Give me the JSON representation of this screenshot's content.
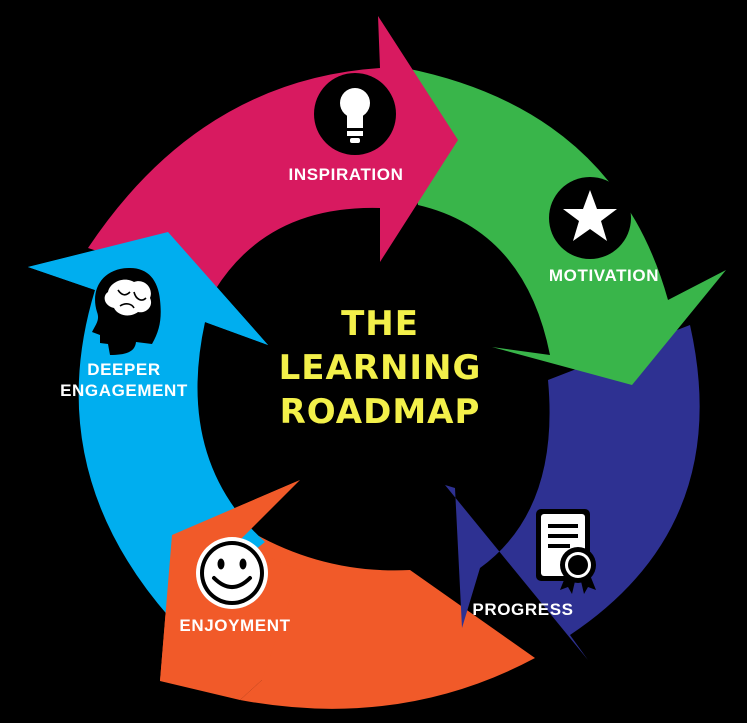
{
  "title": {
    "lines": [
      "THE",
      "LEARNING",
      "ROADMAP"
    ],
    "color": "#f3f04a"
  },
  "segments": [
    {
      "label": "INSPIRATION",
      "color": "#d81a60",
      "icon": "lightbulb-icon"
    },
    {
      "label": "MOTIVATION",
      "color": "#39b54a",
      "icon": "star-icon"
    },
    {
      "label": "PROGRESS",
      "color": "#2e3192",
      "icon": "certificate-icon"
    },
    {
      "label": "ENJOYMENT",
      "color": "#f15a29",
      "icon": "smiley-icon"
    },
    {
      "label_lines": [
        "DEEPER",
        "ENGAGEMENT"
      ],
      "color": "#00aeef",
      "icon": "brain-head-icon"
    }
  ]
}
